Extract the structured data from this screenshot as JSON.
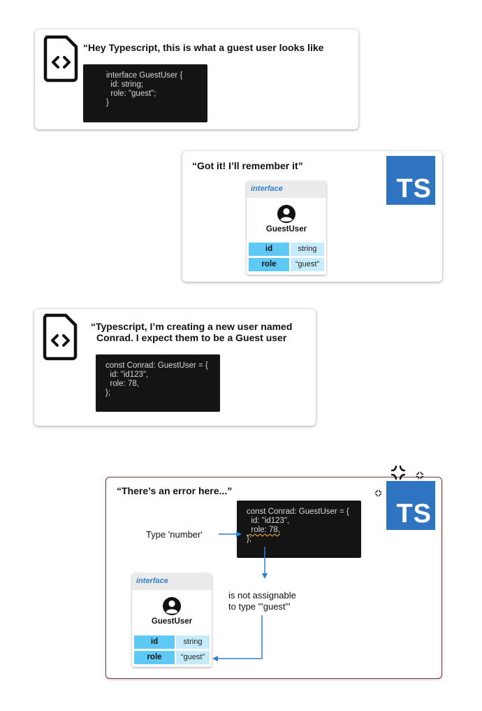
{
  "panel1": {
    "quote": "“Hey Typescript, this is what a guest user looks like",
    "code_lines": [
      "interface GuestUser {",
      "  id: string;",
      "  role: \"guest\";",
      "}"
    ]
  },
  "panel2": {
    "quote": "“Got it! I’ll remember it”",
    "ts_logo": "TS",
    "interface": {
      "header": "interface",
      "name": "GuestUser",
      "rows": [
        {
          "key": "id",
          "value": "string"
        },
        {
          "key": "role",
          "value": "“guest”"
        }
      ]
    }
  },
  "panel3": {
    "quote_line1": "“Typescript, I’m creating a new user named",
    "quote_line2": "Conrad. I expect them to be a Guest user",
    "code_lines": [
      "const Conrad: GuestUser = {",
      "  id: \"id123\",",
      "  role: 78,",
      "};"
    ]
  },
  "panel4": {
    "quote": "“There’s an error here...”",
    "ts_logo": "TS",
    "code_lines": [
      "const Conrad: GuestUser = {",
      "  id: \"id123\",",
      "  role: 78,",
      "};"
    ],
    "type_label": "Type 'number'",
    "assign_line1": "is not assignable",
    "assign_line2": "to type '\"guest\"'",
    "interface": {
      "header": "interface",
      "name": "GuestUser",
      "rows": [
        {
          "key": "id",
          "value": "string"
        },
        {
          "key": "role",
          "value": "“guest”"
        }
      ]
    }
  },
  "colors": {
    "ts_blue": "#2f74c0",
    "key_cell": "#5ec9f5",
    "value_cell": "#c6ecfb",
    "arrow": "#2e7fd0",
    "error_border": "#7a3b3b",
    "squiggle": "#e5a33a"
  },
  "icons": [
    "file-code-icon",
    "user-avatar-icon",
    "anger-icon",
    "ts-logo"
  ]
}
